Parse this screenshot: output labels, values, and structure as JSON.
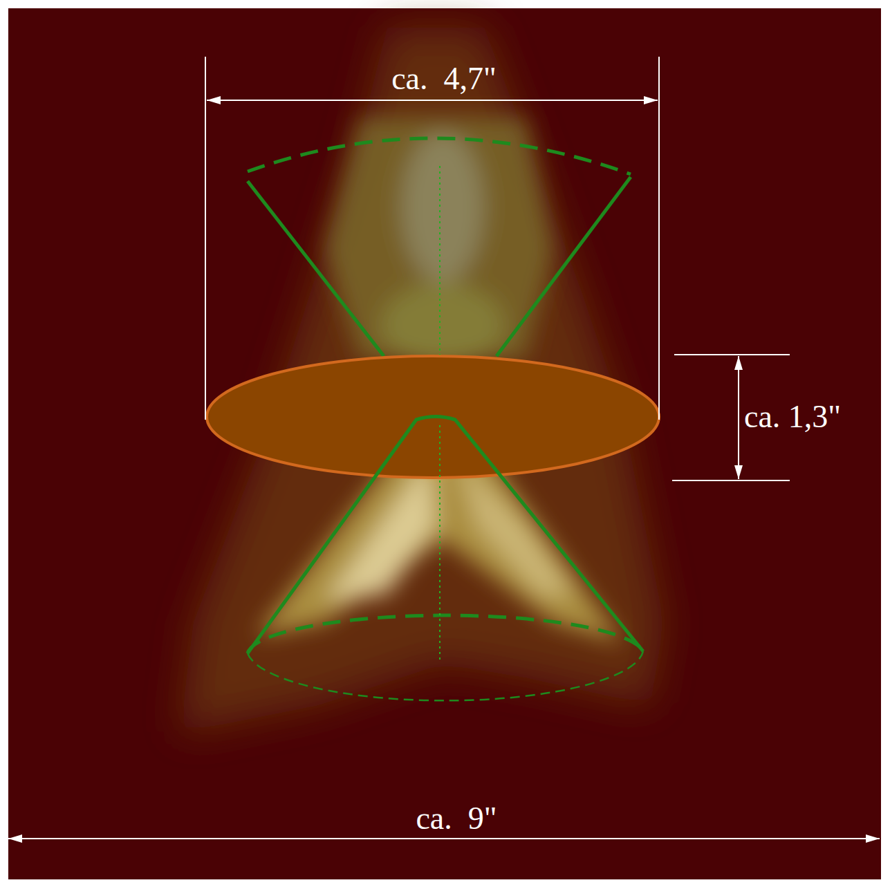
{
  "diagram": {
    "labels": [
      "ca.  4,7\"",
      "ca. 1,3\"",
      "ca.  9\""
    ]
  }
}
